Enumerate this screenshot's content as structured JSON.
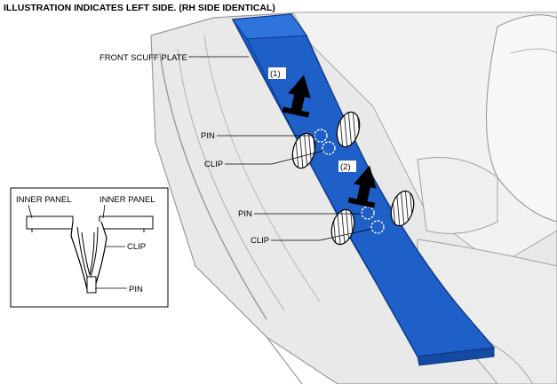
{
  "header": {
    "text": "ILLUSTRATION INDICATES LEFT SIDE. (RH SIDE IDENTICAL)"
  },
  "callouts": {
    "front_scuff_plate": "FRONT SCUFF PLATE",
    "pin_1": "PIN",
    "clip_1": "CLIP",
    "pin_2": "PIN",
    "clip_2": "CLIP"
  },
  "steps": {
    "step_1": "(1)",
    "step_2": "(2)"
  },
  "inset": {
    "inner_panel_left": "INNER PANEL",
    "inner_panel_right": "INNER PANEL",
    "clip": "CLIP",
    "pin": "PIN"
  },
  "colors": {
    "scuff_plate": "#1f5fc8",
    "scuff_plate_edge": "#0d3a8a",
    "vehicle_body": "#e6e6e6",
    "outline": "#8a8a8a"
  }
}
